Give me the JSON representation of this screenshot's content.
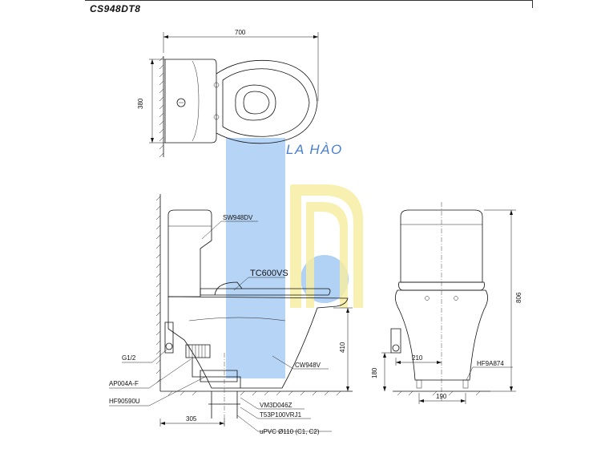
{
  "model": "CS948DT8",
  "brand": "LA HÀO",
  "dimensions": {
    "width_700": "700",
    "depth_380": "380",
    "height_410": "410",
    "height_806": "806",
    "offset_305": "305",
    "offset_210": "210",
    "offset_190": "190",
    "offset_180": "180"
  },
  "parts": {
    "tank": "SW948DV",
    "seat": "TC600VS",
    "bowl": "CW948V",
    "valve": "G1/2",
    "hose": "AP004A-F",
    "flange": "HF90590U",
    "outlet_1": "VM3D046Z",
    "outlet_2": "T53P100VRJ1",
    "pipe": "uPVC Ø110 (C1, C2)",
    "bolt": "HF9A874"
  },
  "colors": {
    "logo_blue": "#a9cdf3",
    "logo_yellow": "#f6eea3",
    "brand_text": "#4a7fd0"
  }
}
